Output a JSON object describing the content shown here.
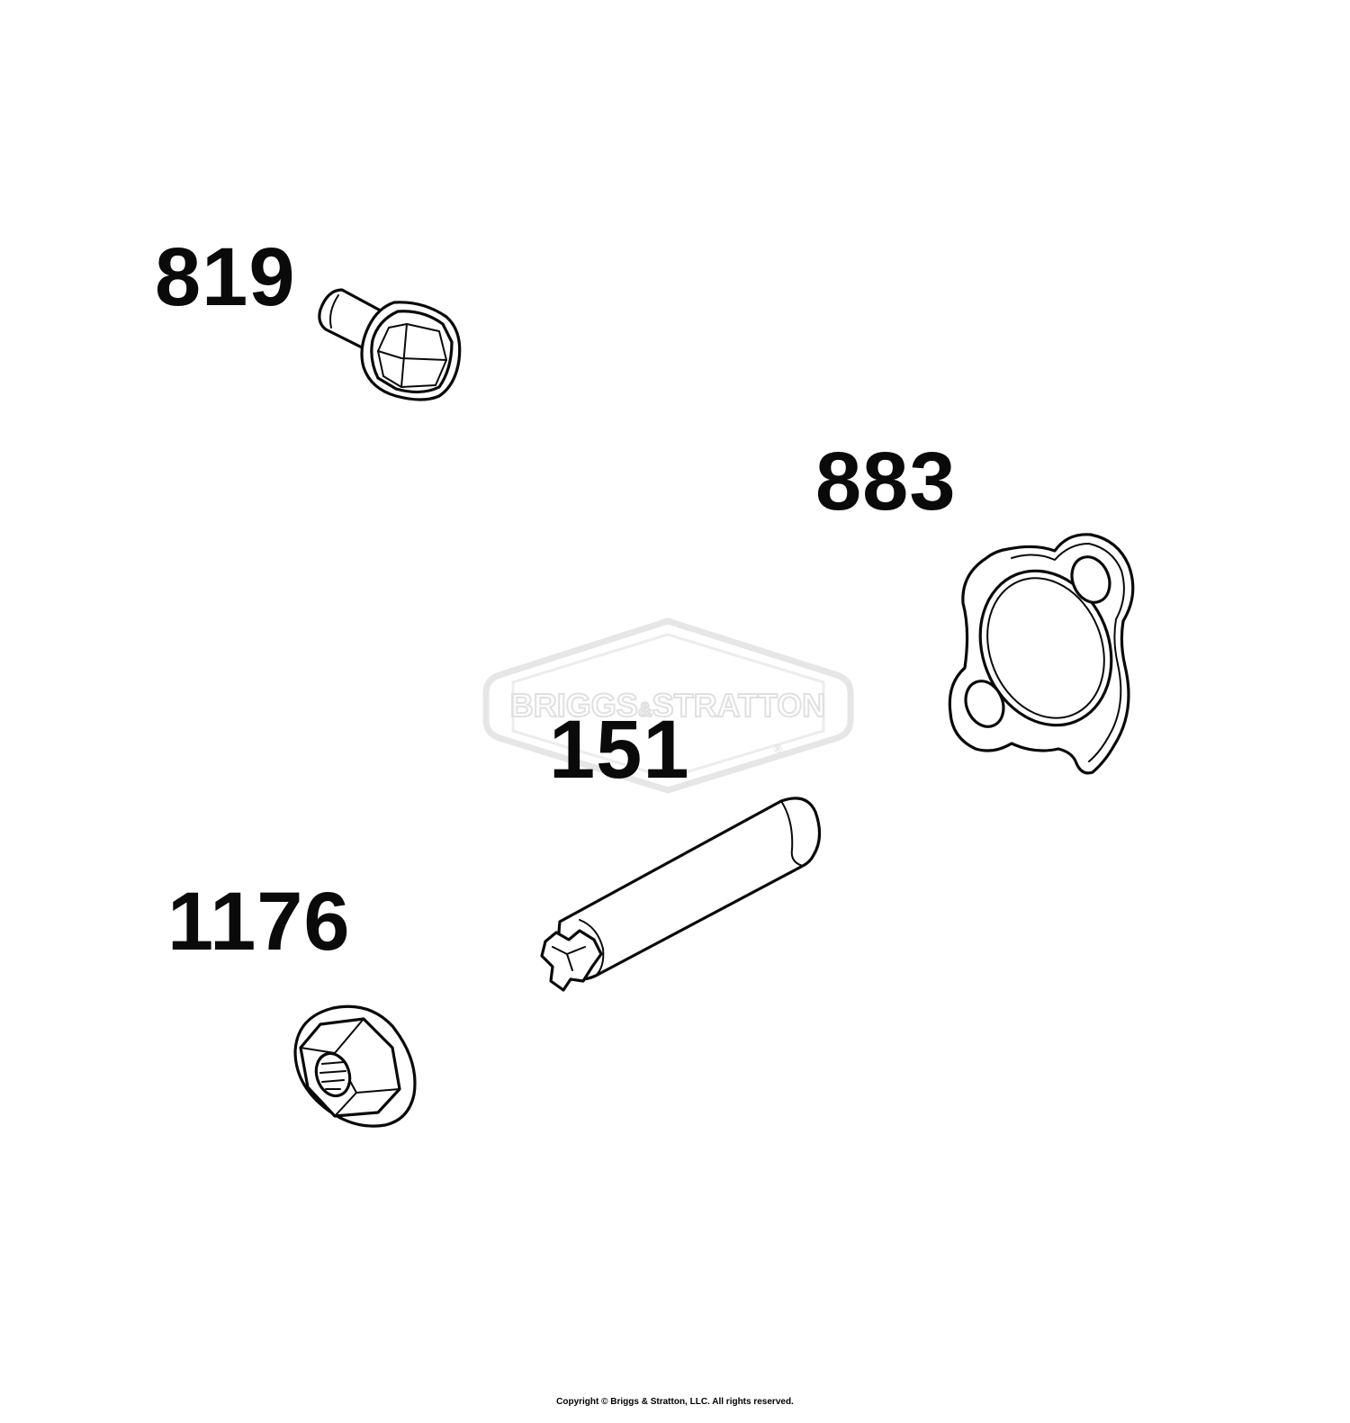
{
  "watermark": {
    "brand_text": "BRIGGS&STRATTON",
    "brand_left": "BRIGGS",
    "brand_amp": "&",
    "brand_right": "STRATTON",
    "registered_mark": "®",
    "color": "#e6e6e6"
  },
  "parts": [
    {
      "number": "819",
      "icon": "flange-bolt-icon"
    },
    {
      "number": "883",
      "icon": "gasket-icon"
    },
    {
      "number": "151",
      "icon": "tube-stud-icon"
    },
    {
      "number": "1176",
      "icon": "flange-nut-icon"
    }
  ],
  "footer": {
    "copyright": "Copyright © Briggs & Stratton, LLC. All rights reserved."
  }
}
